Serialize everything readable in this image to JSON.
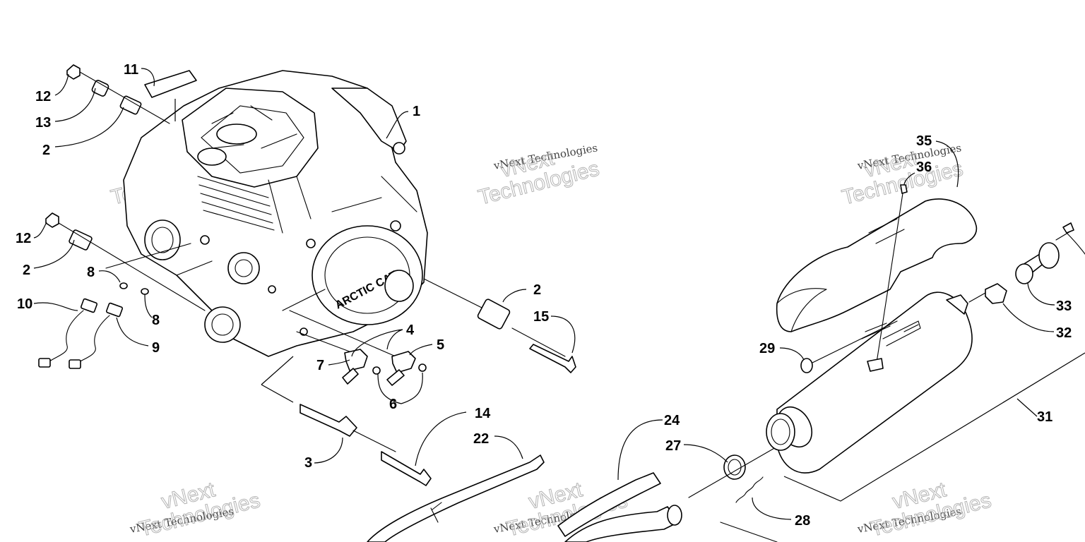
{
  "diagram": {
    "callouts": [
      "1",
      "2",
      "2",
      "2",
      "3",
      "4",
      "5",
      "6",
      "7",
      "8",
      "8",
      "9",
      "10",
      "11",
      "12",
      "12",
      "13",
      "14",
      "15",
      "22",
      "24",
      "27",
      "28",
      "29",
      "31",
      "32",
      "33",
      "35",
      "36"
    ],
    "watermark": {
      "line1": "vNext Technologies",
      "line2": "vNext",
      "line3": "Technologies"
    }
  }
}
